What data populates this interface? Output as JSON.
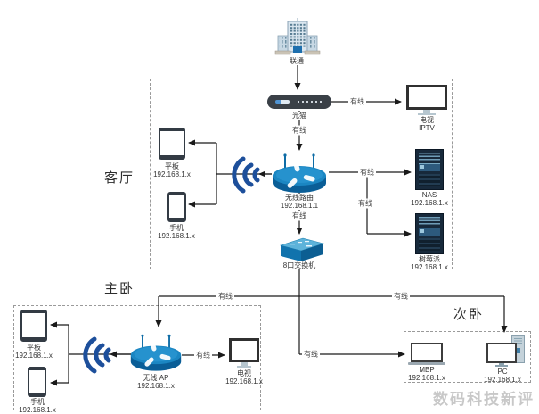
{
  "isp": {
    "name": "联通"
  },
  "rooms": {
    "living": "客厅",
    "master": "主卧",
    "second": "次卧"
  },
  "labels": {
    "wired": "有线"
  },
  "devices": {
    "modem": {
      "label": "光猫"
    },
    "iptv": {
      "label": "电视",
      "sub": "IPTV"
    },
    "tablet_living": {
      "label": "平板",
      "ip": "192.168.1.x"
    },
    "phone_living": {
      "label": "手机",
      "ip": "192.168.1.x"
    },
    "router": {
      "label": "无线路由",
      "ip": "192.168.1.1"
    },
    "nas": {
      "label": "NAS",
      "ip": "192.168.1.x"
    },
    "rpi": {
      "label": "树莓派",
      "ip": "192.168.1.x"
    },
    "switch": {
      "label": "8口交换机"
    },
    "tablet_master": {
      "label": "平板",
      "ip": "192.168.1.x"
    },
    "phone_master": {
      "label": "手机",
      "ip": "192.168.1.x"
    },
    "ap": {
      "label": "无线 AP",
      "ip": "192.168.1.x"
    },
    "tv_master": {
      "label": "电视",
      "ip": "192.168.1.x"
    },
    "mbp": {
      "label": "MBP",
      "ip": "192.168.1.x"
    },
    "pc": {
      "label": "PC",
      "ip": "192.168.1.x"
    }
  },
  "watermark": "数码科技新评",
  "colors": {
    "device_blue": "#1177b0",
    "wifi_arc_blue": "#1d4f9b",
    "server_navy": "#17293b",
    "line_color": "#1a1a1a",
    "dash_border": "#9a9a9a",
    "watermark_gray": "#c8c8c8"
  }
}
